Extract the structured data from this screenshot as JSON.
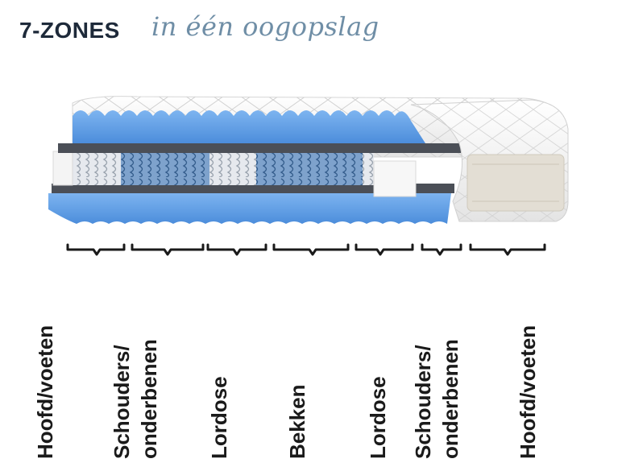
{
  "header": {
    "title_bold": "7-ZONES",
    "title_script": "in één oogopslag"
  },
  "colors": {
    "title": "#1e2a3a",
    "script": "#6f8ea6",
    "foam_blue": "#5f9fe6",
    "cover": "#f2f2f2",
    "spring_light": "#d9dde3",
    "spring_blue": "#5d86b6",
    "bracket": "#1a1a1a"
  },
  "icons": [
    "mattress-cross-section-illustration",
    "bracket-icon"
  ],
  "zones": [
    {
      "lines": [
        "Hoofd/voeten"
      ],
      "center": 0.072
    },
    {
      "lines": [
        "Schouders/",
        "onderbenen"
      ],
      "center": 0.218
    },
    {
      "lines": [
        "Lordose"
      ],
      "center": 0.352
    },
    {
      "lines": [
        "Bekken"
      ],
      "center": 0.478
    },
    {
      "lines": [
        "Lordose"
      ],
      "center": 0.608
    },
    {
      "lines": [
        "Schouders/",
        "onderbenen"
      ],
      "center": 0.702
    },
    {
      "lines": [
        "Hoofd/voeten"
      ],
      "center": 0.848
    }
  ]
}
